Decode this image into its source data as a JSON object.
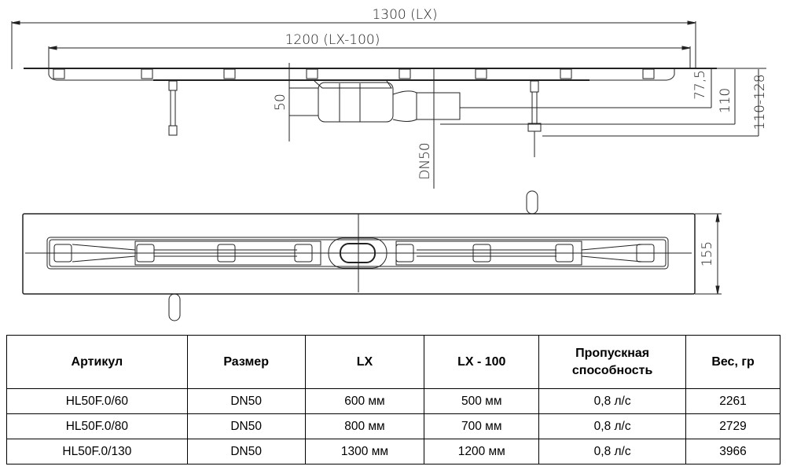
{
  "drawing": {
    "dims": {
      "total_length": "1300  (LX)",
      "inner_length": "1200  (LX-100)",
      "outlet_height": "50",
      "outlet_dn": "DN50",
      "depth_1": "77,5",
      "depth_2": "110",
      "depth_3": "110-128",
      "width": "155"
    }
  },
  "table": {
    "headers": [
      "Артикул",
      "Размер",
      "LX",
      "LX - 100",
      "Пропускная способность",
      "Вес, гр"
    ],
    "rows": [
      [
        "HL50F.0/60",
        "DN50",
        "600 мм",
        "500 мм",
        "0,8 л/с",
        "2261"
      ],
      [
        "HL50F.0/80",
        "DN50",
        "800 мм",
        "700 мм",
        "0,8 л/с",
        "2729"
      ],
      [
        "HL50F.0/130",
        "DN50",
        "1300 мм",
        "1200 мм",
        "0,8 л/с",
        "3966"
      ]
    ]
  }
}
